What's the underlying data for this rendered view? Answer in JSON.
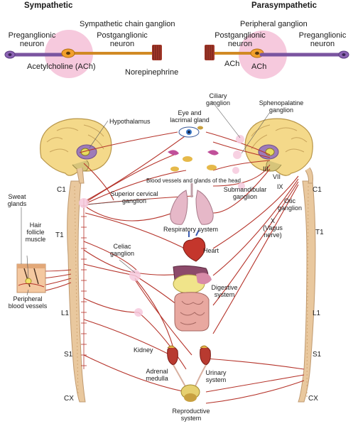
{
  "headers": {
    "sympathetic": "Sympathetic",
    "parasympathetic": "Parasympathetic"
  },
  "neurons": {
    "sym_chain_ganglion": "Sympathetic chain ganglion",
    "sym_preganglionic": "Preganglionic\nneuron",
    "sym_postganglionic": "Postganglionic\nneuron",
    "sym_ach": "Acetylcholine (ACh)",
    "sym_norepinephrine": "Norepinephrine",
    "para_peripheral_ganglion": "Peripheral ganglion",
    "para_postganglionic": "Postganglionic\nneuron",
    "para_preganglionic": "Preganglionic\nneuron",
    "para_ach_1": "ACh",
    "para_ach_2": "ACh"
  },
  "labels": {
    "ciliary_ganglion": "Ciliary\nganglion",
    "sphenopalatine_ganglion": "Sphenopalatine\nganglion",
    "eye_lacrimal": "Eye and\nlacrimal gland",
    "hypothalamus": "Hypothalamus",
    "blood_vessels_head": "Blood vessels and glands of the head",
    "submandibular_ganglion": "Submandibular\nganglion",
    "otic_ganglion": "Otic\nganglion",
    "superior_cervical_ganglion": "Superior cervical\nganglion",
    "respiratory_system": "Respiratory system",
    "vagus_nerve": "X\n(Vagus\nnerve)",
    "heart": "Heart",
    "celiac_ganglion": "Celiac\nganglion",
    "digestive_system": "Digestive\nsystem",
    "sweat_glands": "Sweat\nglands",
    "hair_follicle_muscle": "Hair\nfollicle\nmuscle",
    "peripheral_blood_vessels": "Peripheral\nblood vessels",
    "kidney": "Kidney",
    "adrenal_medulla": "Adrenal\nmedulla",
    "urinary_system": "Urinary\nsystem",
    "reproductive_system": "Reproductive\nsystem"
  },
  "cranial_nerves": {
    "iii": "III",
    "vii": "VII",
    "ix": "IX"
  },
  "spine_levels": {
    "left": {
      "c1": "C1",
      "t1": "T1",
      "l1": "L1",
      "s1": "S1",
      "cx": "CX"
    },
    "right": {
      "c1": "C1",
      "t1": "T1",
      "l1": "L1",
      "s1": "S1",
      "cx": "CX"
    }
  },
  "colors": {
    "nerve_red": "#b5332a",
    "pregan_purple": "#7a55a0",
    "ganglion_pink": "#f4c9dc",
    "soma_orange": "#f2a02c",
    "brain_yellow": "#f4d98a",
    "spine_tan": "#e9c89e"
  }
}
